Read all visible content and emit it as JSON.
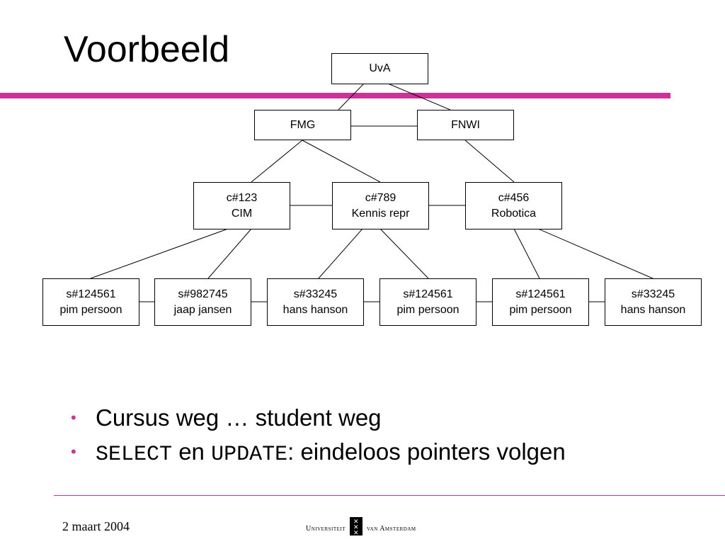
{
  "slide": {
    "title": "Voorbeeld",
    "accent_color": "#cc3399"
  },
  "tree": {
    "root": {
      "lines": [
        "UvA"
      ]
    },
    "faculties": [
      {
        "lines": [
          "FMG"
        ]
      },
      {
        "lines": [
          "FNWI"
        ]
      }
    ],
    "courses": [
      {
        "lines": [
          "c#123",
          "CIM"
        ]
      },
      {
        "lines": [
          "c#789",
          "Kennis repr"
        ]
      },
      {
        "lines": [
          "c#456",
          "Robotica"
        ]
      }
    ],
    "students": [
      {
        "lines": [
          "s#124561",
          "pim persoon"
        ]
      },
      {
        "lines": [
          "s#982745",
          "jaap jansen"
        ]
      },
      {
        "lines": [
          "s#33245",
          "hans hanson"
        ]
      },
      {
        "lines": [
          "s#124561",
          "pim persoon"
        ]
      },
      {
        "lines": [
          "s#124561",
          "pim persoon"
        ]
      },
      {
        "lines": [
          "s#33245",
          "hans hanson"
        ]
      }
    ]
  },
  "bullets": [
    {
      "text": "Cursus weg … student weg"
    },
    {
      "code1": "SELECT",
      "mid": " en ",
      "code2": "UPDATE",
      "rest": ": eindeloos pointers volgen"
    }
  ],
  "footer": {
    "date": "2 maart 2004",
    "logo_left": "Universiteit",
    "logo_right": "van Amsterdam",
    "crest_icon": "uva-crest-icon"
  }
}
